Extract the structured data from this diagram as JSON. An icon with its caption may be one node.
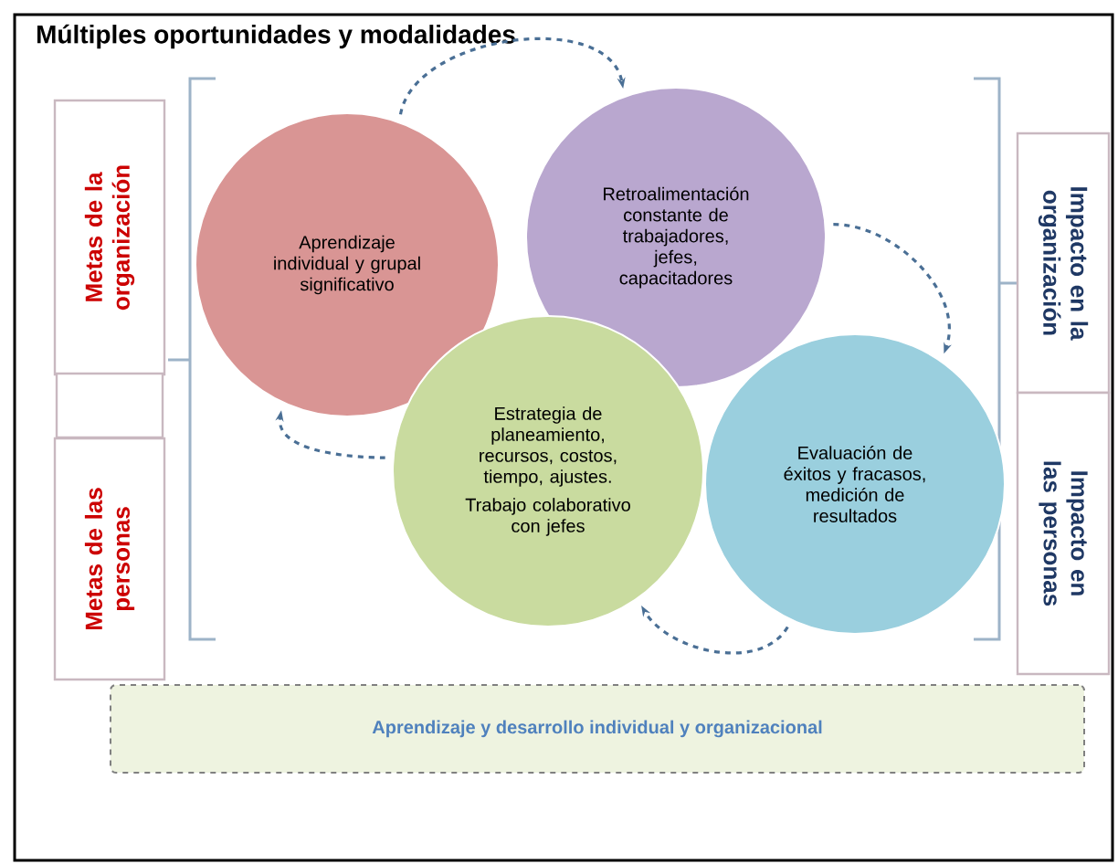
{
  "diagram": {
    "title": "Múltiples oportunidades y modalidades",
    "nodes": [
      {
        "text": [
          "Metas de la organización"
        ]
      },
      {
        "text": [],
        "shape": "box"
      },
      {
        "text": [
          "Metas de las personas"
        ]
      },
      {
        "text": [
          "Aprendizaje individual y grupal significativo"
        ]
      },
      {
        "text": [
          "Retroalimentación constante de trabajadores, jefes, capacitadores"
        ]
      },
      {
        "text": [
          "Estrategia de planeamiento, recursos, costos, tiempo, ajustes.",
          "Trabajo colaborativo con jefes"
        ]
      },
      {
        "text": [
          "Evaluación de éxitos y fracasos, medición de resultados"
        ]
      },
      {
        "text": [
          "Impacto en la organización"
        ]
      },
      {
        "text": [
          "Impacto en las personas"
        ]
      },
      {
        "text": [
          "Aprendizaje y desarrollo individual y organizacional"
        ]
      }
    ],
    "edges": [
      {
        "from": 3,
        "to": 4,
        "arrow": "to"
      },
      {
        "from": 4,
        "to": 6,
        "arrow": "to"
      },
      {
        "from": 6,
        "to": 5,
        "arrow": "to"
      },
      {
        "from": 5,
        "to": 3,
        "arrow": "to"
      }
    ]
  }
}
